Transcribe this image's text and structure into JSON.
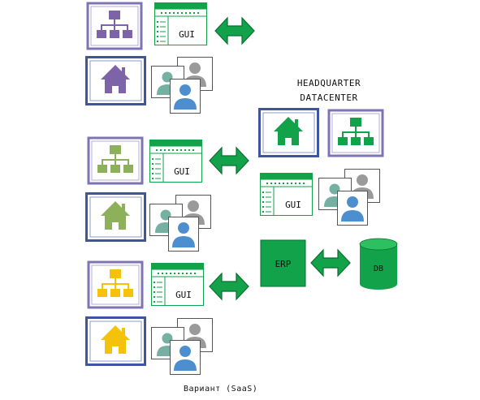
{
  "labels": {
    "gui": "GUI",
    "erp": "ERP",
    "db": "DB",
    "hq_line1": "HEADQUARTER",
    "hq_line2": "DATACENTER",
    "caption": "Вариант (SaaS)"
  },
  "colors": {
    "purple": "#7d64a8",
    "green_light": "#8db05a",
    "yellow": "#f5c20a",
    "green": "#12a24a",
    "frame_blue": "#3f55a0",
    "frame_lavender": "#7f74b3",
    "user_blue": "#4d8fce",
    "user_gray": "#9a9a9a",
    "user_teal": "#76b0a2"
  },
  "icons": {
    "org": "org-chart-icon",
    "home": "home-icon",
    "gui": "gui-window-icon",
    "users": "users-icon",
    "arrow": "double-arrow-icon",
    "db": "database-icon"
  }
}
